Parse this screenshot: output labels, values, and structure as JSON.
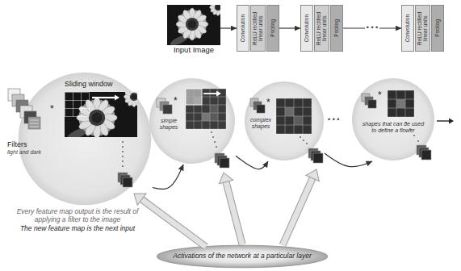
{
  "diagram": {
    "nodes": [
      {
        "text": [
          "Input Image"
        ]
      },
      {
        "text": [
          "Convolution"
        ]
      },
      {
        "text": [
          "ReLU rectified linear units"
        ]
      },
      {
        "text": [
          "Pooling"
        ]
      },
      {
        "text": [
          "Convolution"
        ]
      },
      {
        "text": [
          "ReLU rectified linear units"
        ]
      },
      {
        "text": [
          "Pooling"
        ]
      },
      {
        "text": [
          "Convolution"
        ]
      },
      {
        "text": [
          "ReLU rectified linear units"
        ]
      },
      {
        "text": [
          "Pooling"
        ]
      },
      {
        "text": [
          "Sliding window"
        ]
      },
      {
        "text": [
          "simple shapes"
        ]
      },
      {
        "text": [
          "complex shapes"
        ]
      },
      {
        "text": [
          "shapes that can be used to define a flower"
        ]
      },
      {
        "text": [
          "Activations of the network at a particular layer"
        ]
      }
    ],
    "edges": [
      {
        "from": 0,
        "to": 1,
        "arrow": "to"
      },
      {
        "from": 3,
        "to": 4,
        "arrow": "to"
      },
      {
        "from": 6,
        "to": 7,
        "arrow": "to",
        "label": "• • •"
      },
      {
        "from": 10,
        "to": 11,
        "arrow": "to"
      },
      {
        "from": 11,
        "to": 12,
        "arrow": "to"
      },
      {
        "from": 12,
        "to": 13,
        "arrow": "to"
      }
    ],
    "labels": [
      "*",
      "Filters",
      "light and dark",
      "*",
      "*",
      "• • •",
      "*",
      "Every feature map output is the result of applying a filter to the image",
      "The new feature map is the next input"
    ]
  }
}
